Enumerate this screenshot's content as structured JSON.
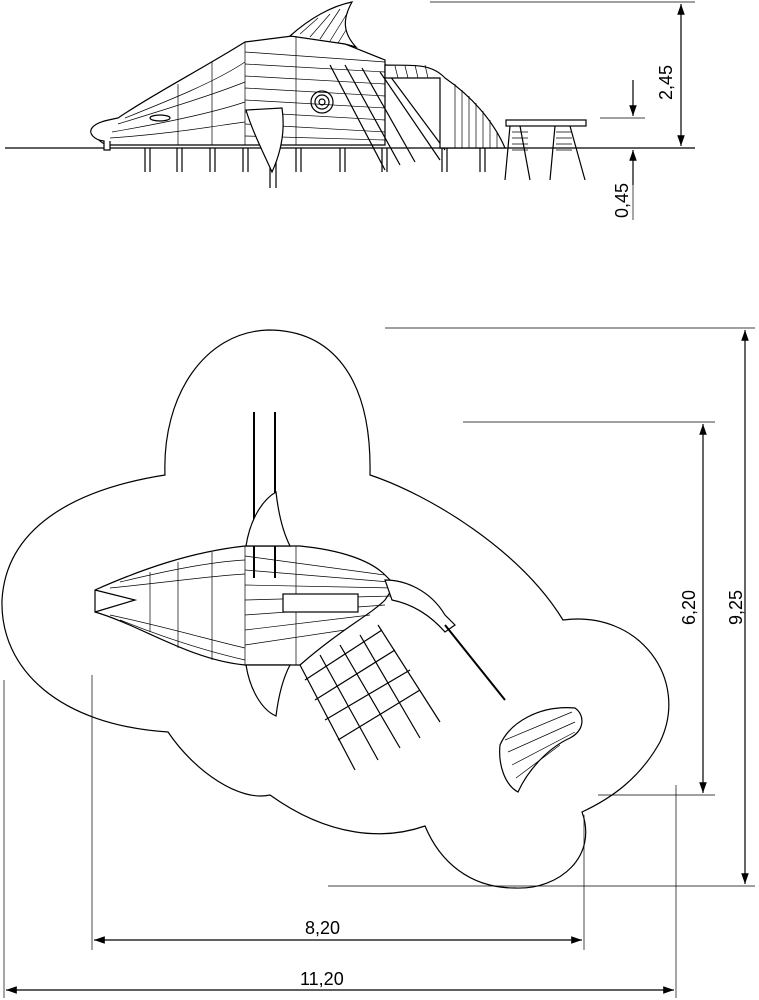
{
  "dimensions": {
    "side_height_total": "2,45",
    "side_height_platform": "0,45",
    "plan_depth_inner": "6,20",
    "plan_depth_outer": "9,25",
    "plan_width_inner": "8,20",
    "plan_width_outer": "11,20"
  },
  "colors": {
    "line": "#000000",
    "background": "#ffffff"
  }
}
